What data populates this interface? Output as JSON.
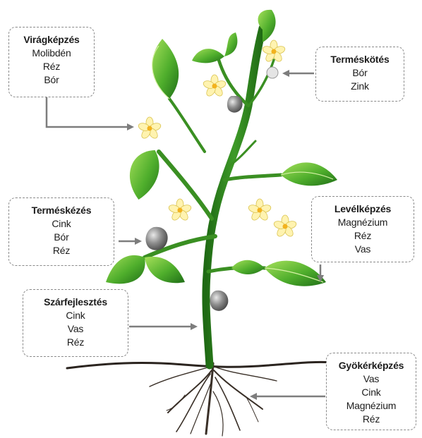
{
  "boxes": {
    "viragkepzes": {
      "title": "Virágképzés",
      "items": [
        "Molibdén",
        "Réz",
        "Bór"
      ]
    },
    "termeskotes": {
      "title": "Terméskötés",
      "items": [
        "Bór",
        "Zink"
      ]
    },
    "termeskepzes": {
      "title": "Terméskézés",
      "items": [
        "Cink",
        "Bór",
        "Réz"
      ]
    },
    "levelkepzes": {
      "title": "Levélképzés",
      "items": [
        "Magnézium",
        "Réz",
        "Vas"
      ]
    },
    "szarfejlesztes": {
      "title": "Szárfejlesztés",
      "items": [
        "Cink",
        "Vas",
        "Réz"
      ]
    },
    "gyokerkepzes": {
      "title": "Gyökérképzés",
      "items": [
        "Vas",
        "Cink",
        "Magnézium",
        "Réz"
      ]
    }
  },
  "colors": {
    "leaf_dark": "#2f8a22",
    "leaf_light": "#8fd14f",
    "stem": "#2e7d1e",
    "root": "#3a3028",
    "arrow": "#7d7d7d",
    "flower": "#fff1a8",
    "fruit": "#8a8a8a"
  }
}
